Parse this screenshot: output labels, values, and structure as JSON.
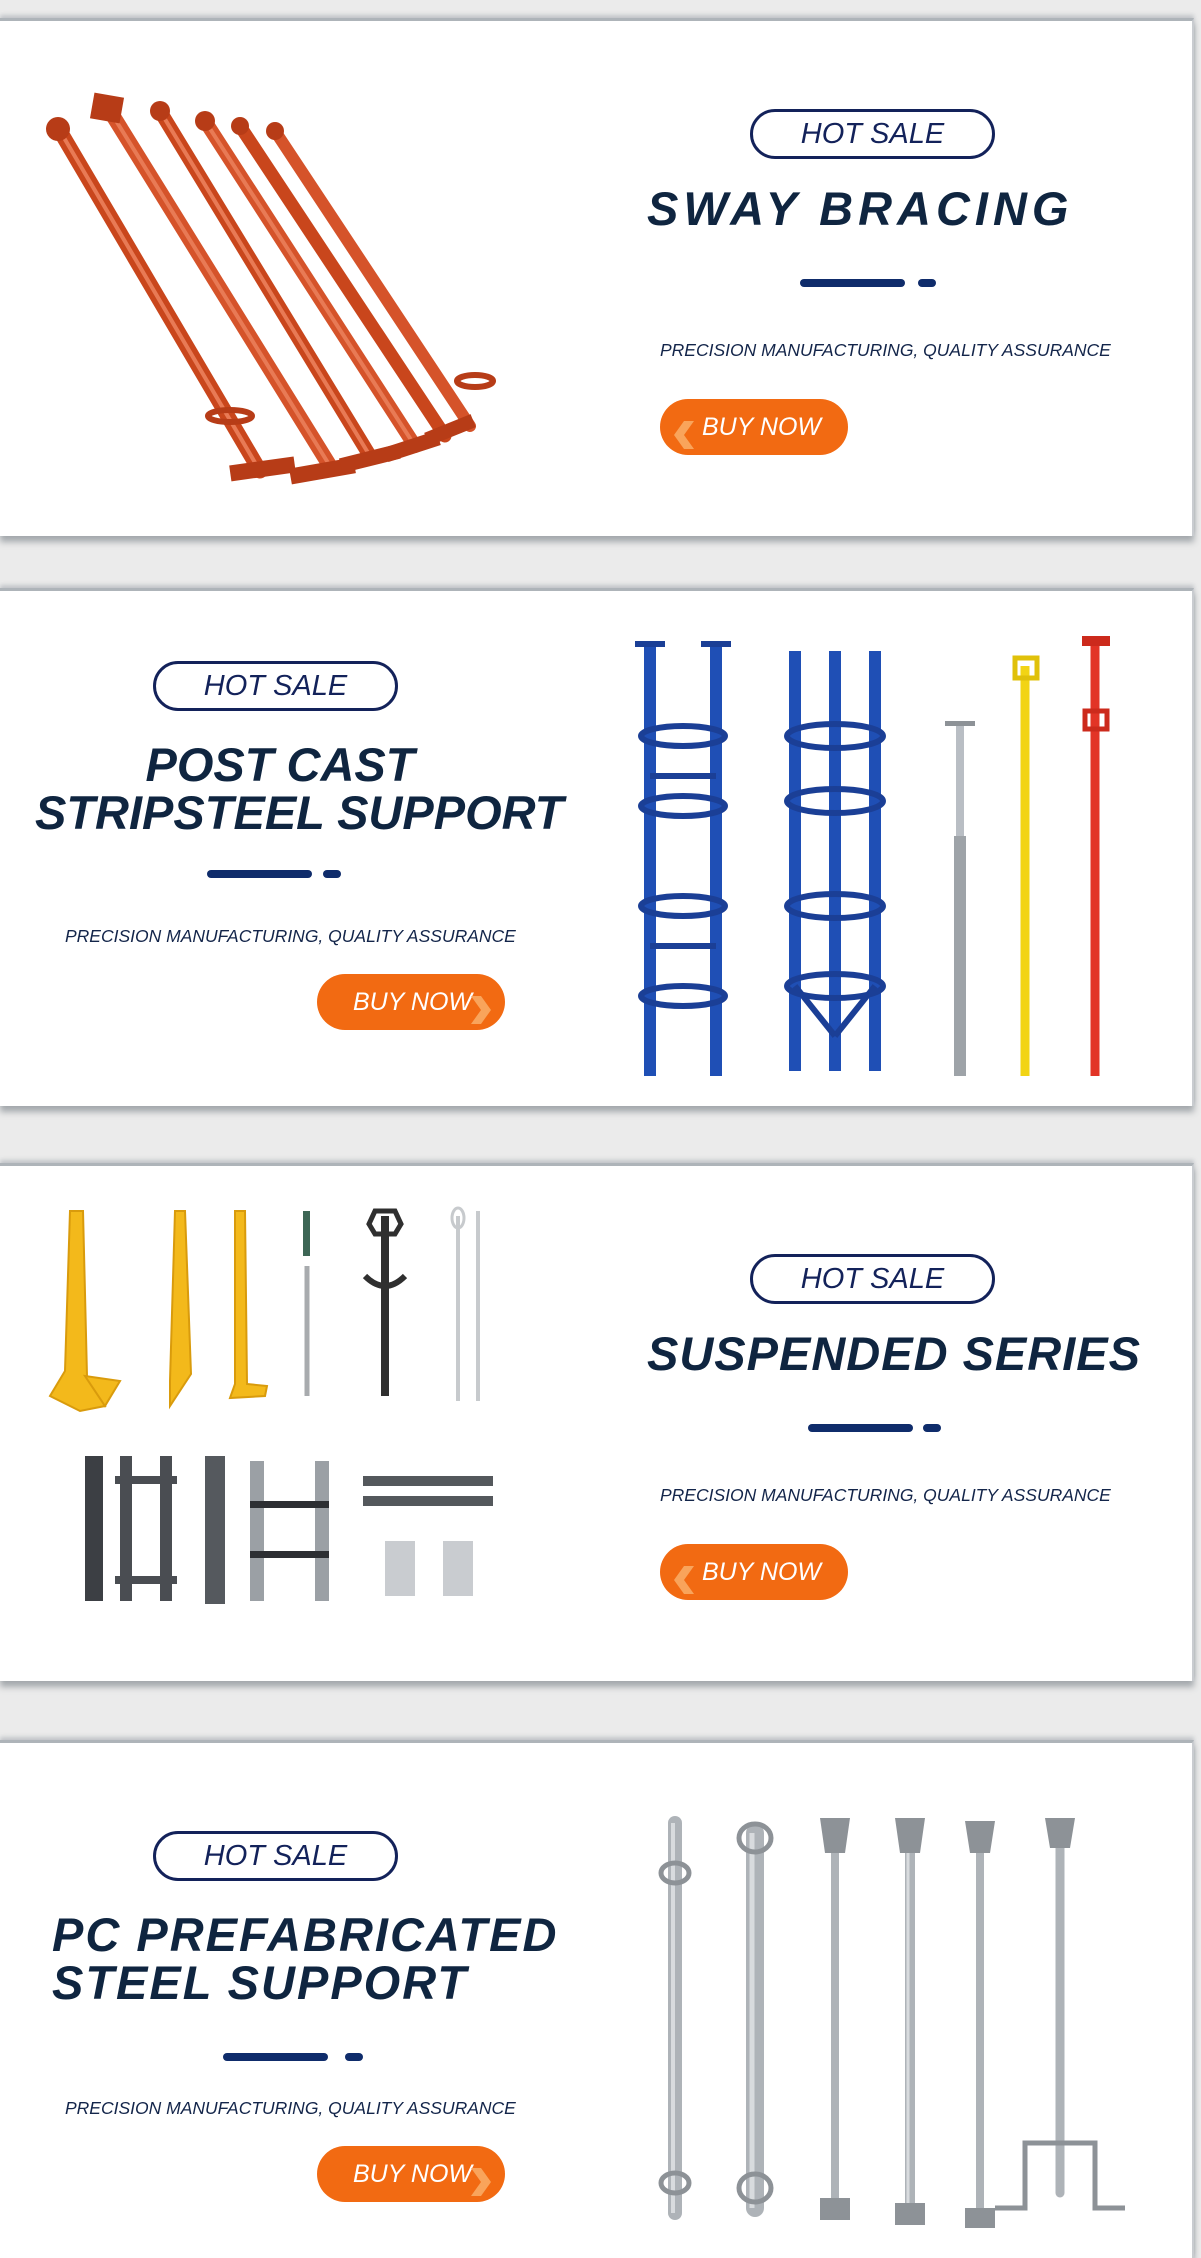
{
  "colors": {
    "navy": "#13225a",
    "title_navy": "#0f2540",
    "accent_orange": "#f26a12",
    "card_background": "#ffffff",
    "page_background": "#ebebeb"
  },
  "banners": [
    {
      "badge": "HOT SALE",
      "title_lines": [
        "SWAY BRACING"
      ],
      "subtitle": "PRECISION MANUFACTURING, QUALITY ASSURANCE",
      "button_label": "BUY NOW",
      "button_icon": "chevron-left-icon",
      "product_image": "sway-bracing-image"
    },
    {
      "badge": "HOT SALE",
      "title_lines": [
        "POST CAST",
        "STRIPSTEEL SUPPORT"
      ],
      "subtitle": "PRECISION MANUFACTURING, QUALITY ASSURANCE",
      "button_label": "BUY NOW",
      "button_icon": "chevron-right-icon",
      "product_image": "stripsteel-support-image"
    },
    {
      "badge": "HOT SALE",
      "title_lines": [
        "SUSPENDED SERIES"
      ],
      "subtitle": "PRECISION MANUFACTURING, QUALITY ASSURANCE",
      "button_label": "BUY NOW",
      "button_icon": "chevron-left-icon",
      "product_image": "suspended-series-image"
    },
    {
      "badge": "HOT SALE",
      "title_lines": [
        "PC PREFABRICATED",
        "STEEL SUPPORT"
      ],
      "subtitle": "PRECISION MANUFACTURING, QUALITY ASSURANCE",
      "button_label": "BUY NOW",
      "button_icon": "chevron-right-icon",
      "product_image": "prefabricated-steel-support-image"
    }
  ]
}
